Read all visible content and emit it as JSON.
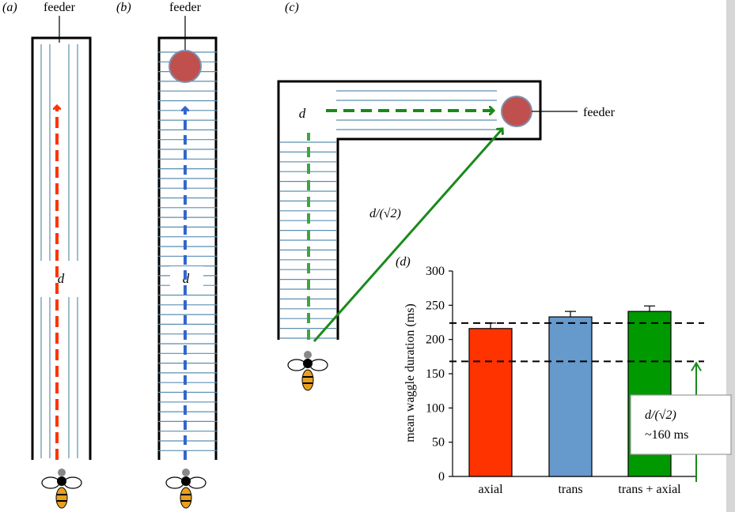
{
  "panels": {
    "a": {
      "label": "(a)",
      "feeder_label": "feeder",
      "distance_label": "d"
    },
    "b": {
      "label": "(b)",
      "feeder_label": "feeder",
      "distance_label": "d"
    },
    "c": {
      "label": "(c)",
      "feeder_label": "feeder",
      "distance_label": "d",
      "diagonal_label": "d/(√2)"
    },
    "d": {
      "label": "(d)"
    }
  },
  "colors": {
    "axial_red": "#ff3300",
    "trans_blue": "#3366cc",
    "combined_green": "#1a8a1a",
    "stripe_blue": "#5b8fb0",
    "feeder_fill": "#c0504d",
    "bar_axial": "#ff3300",
    "bar_trans": "#6699cc",
    "bar_combined": "#009900"
  },
  "chart_data": {
    "type": "bar",
    "categories": [
      "axial",
      "trans",
      "trans + axial"
    ],
    "values": [
      216,
      233,
      241
    ],
    "errors": [
      8,
      8,
      8
    ],
    "ylabel": "mean waggle duration (ms)",
    "ylim": [
      0,
      300
    ],
    "yticks": [
      0,
      50,
      100,
      150,
      200,
      250,
      300
    ],
    "reference_lines": [
      224,
      168
    ],
    "annotation": {
      "line1": "d/(√2)",
      "line2": "~160 ms"
    }
  }
}
